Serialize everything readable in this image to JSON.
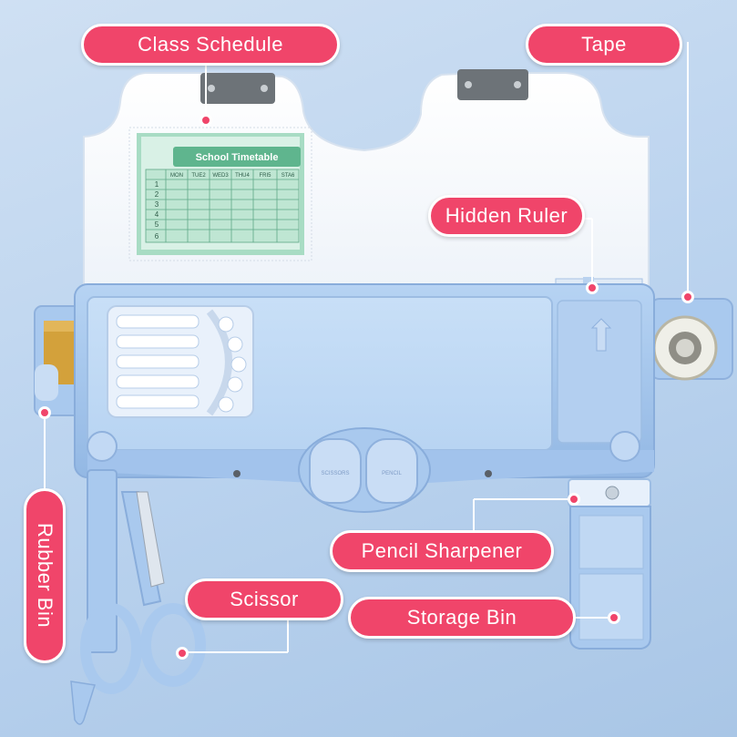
{
  "labels": {
    "class_schedule": "Class Schedule",
    "tape": "Tape",
    "hidden_ruler": "Hidden Ruler",
    "rubber_bin": "Rubber Bin",
    "pencil_sharpener": "Pencil Sharpener",
    "scissor": "Scissor",
    "storage_bin": "Storage Bin"
  },
  "timetable": {
    "title": "School Timetable",
    "days": [
      "MON",
      "TUE2",
      "WED3",
      "THU4",
      "FRI5",
      "STA6"
    ],
    "periods": [
      "1",
      "2",
      "3",
      "4",
      "5",
      "6"
    ]
  },
  "buttons": {
    "left_text": "SCISSORS",
    "right_text": "PENCIL"
  },
  "colors": {
    "label_fill": "#f0456a",
    "case_blue": "#a9c9ee",
    "timetable_green": "#8ccfb2"
  }
}
